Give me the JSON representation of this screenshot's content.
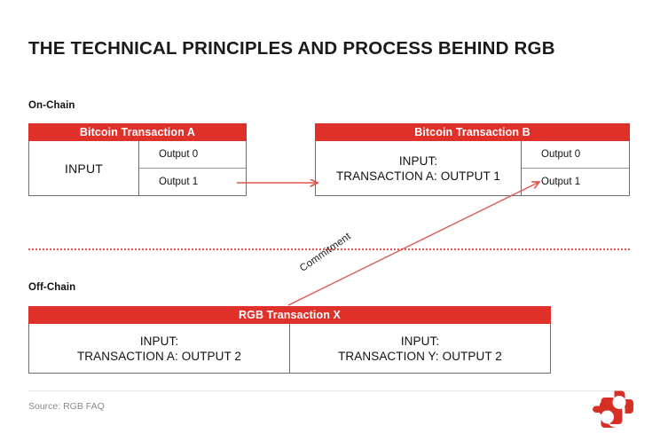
{
  "slide": {
    "title": "THE TECHNICAL PRINCIPLES AND PROCESS BEHIND RGB",
    "accent_color": "#E0302A",
    "divider_color": "#E0564E",
    "source_note": "Source: RGB FAQ"
  },
  "sections": {
    "on_chain_label": "On-Chain",
    "off_chain_label": "Off-Chain"
  },
  "transaction_a": {
    "header": "Bitcoin Transaction A",
    "input_label": "INPUT",
    "outputs": [
      {
        "label": "Output 0"
      },
      {
        "label": "Output 1"
      }
    ]
  },
  "transaction_b": {
    "header": "Bitcoin Transaction B",
    "input_line_1": "INPUT:",
    "input_line_2": "TRANSACTION A: OUTPUT 1",
    "outputs": [
      {
        "label": "Output 0"
      },
      {
        "label": "Output 1"
      }
    ]
  },
  "transaction_x": {
    "header": "RGB Transaction X",
    "inputs": [
      {
        "line_1": "INPUT:",
        "line_2": "TRANSACTION A: OUTPUT 2"
      },
      {
        "line_1": "INPUT:",
        "line_2": "TRANSACTION Y: OUTPUT 2"
      }
    ]
  },
  "annotations": {
    "commitment_label": "Commitment"
  },
  "logo": {
    "name": "red-abstract-mark"
  }
}
